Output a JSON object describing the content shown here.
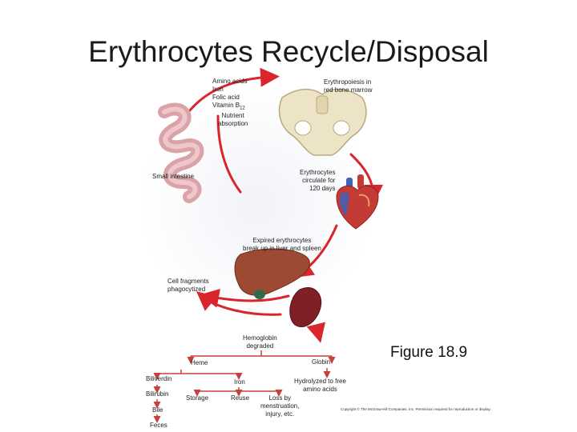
{
  "title": "Erythrocytes Recycle/Disposal",
  "figure": "Figure 18.9",
  "copyright": "Copyright © The McGraw-Hill Companies, Inc. Permission required for reproduction or display.",
  "labels": {
    "nutrients": "Amino acids\nIron\nFolic acid\nVitamin B",
    "nutrients_sub": "12",
    "erythropoiesis": "Erythropoiesis in\nred bone marrow",
    "absorption": "Nutrient\nabsorption",
    "small_intestine": "Small intestine",
    "circulate": "Erythrocytes\ncirculate for\n120 days",
    "expired": "Expired erythrocytes\nbreak up in liver and spleen",
    "fragments": "Cell fragments\nphagocytized",
    "hemoglobin": "Hemoglobin\ndegraded",
    "heme": "Heme",
    "globin": "Globin",
    "biliverdin": "Biliverdin",
    "bilirubin": "Bilirubin",
    "bile": "Bile",
    "feces": "Feces",
    "iron": "Iron",
    "storage": "Storage",
    "reuse": "Reuse",
    "loss": "Loss by\nmenstruation,\ninjury, etc.",
    "hydrolyzed": "Hydrolyzed to free\namino acids"
  },
  "colors": {
    "arrow": "#d8262c",
    "tree": "#c8403a",
    "cycle_bg": "#e4e8f2",
    "intestine": "#d9a3a8",
    "pelvis": "#ede3c6",
    "heart": "#c43a35",
    "liver": "#9c4a32",
    "spleen": "#7e2026",
    "gallbladder": "#2f6b45"
  }
}
